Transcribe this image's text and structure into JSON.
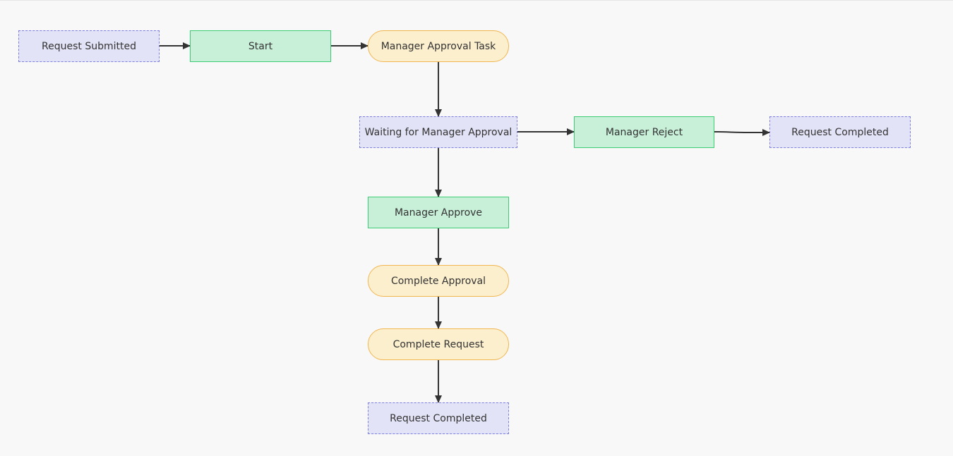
{
  "diagram": {
    "nodes": {
      "request_submitted": {
        "label": "Request Submitted",
        "kind": "state"
      },
      "start": {
        "label": "Start",
        "kind": "event"
      },
      "manager_approval_task": {
        "label": "Manager Approval Task",
        "kind": "task"
      },
      "waiting_for_manager_approval": {
        "label": "Waiting for Manager Approval",
        "kind": "state"
      },
      "manager_reject": {
        "label": "Manager Reject",
        "kind": "event"
      },
      "request_completed_reject": {
        "label": "Request Completed",
        "kind": "state"
      },
      "manager_approve": {
        "label": "Manager Approve",
        "kind": "event"
      },
      "complete_approval": {
        "label": "Complete Approval",
        "kind": "task"
      },
      "complete_request": {
        "label": "Complete Request",
        "kind": "task"
      },
      "request_completed_approve": {
        "label": "Request Completed",
        "kind": "state"
      }
    },
    "edges": [
      {
        "from": "request_submitted",
        "to": "start"
      },
      {
        "from": "start",
        "to": "manager_approval_task"
      },
      {
        "from": "manager_approval_task",
        "to": "waiting_for_manager_approval"
      },
      {
        "from": "waiting_for_manager_approval",
        "to": "manager_reject"
      },
      {
        "from": "manager_reject",
        "to": "request_completed_reject"
      },
      {
        "from": "waiting_for_manager_approval",
        "to": "manager_approve"
      },
      {
        "from": "manager_approve",
        "to": "complete_approval"
      },
      {
        "from": "complete_approval",
        "to": "complete_request"
      },
      {
        "from": "complete_request",
        "to": "request_completed_approve"
      }
    ],
    "colors": {
      "background": "#f8f8f8",
      "state_fill": "#e2e3f6",
      "state_border": "#7d7fe0",
      "event_fill": "#c8f0d9",
      "event_border": "#3ccc73",
      "task_fill": "#fcefce",
      "task_border": "#f2b650",
      "edge": "#333333",
      "text": "#333333"
    }
  }
}
